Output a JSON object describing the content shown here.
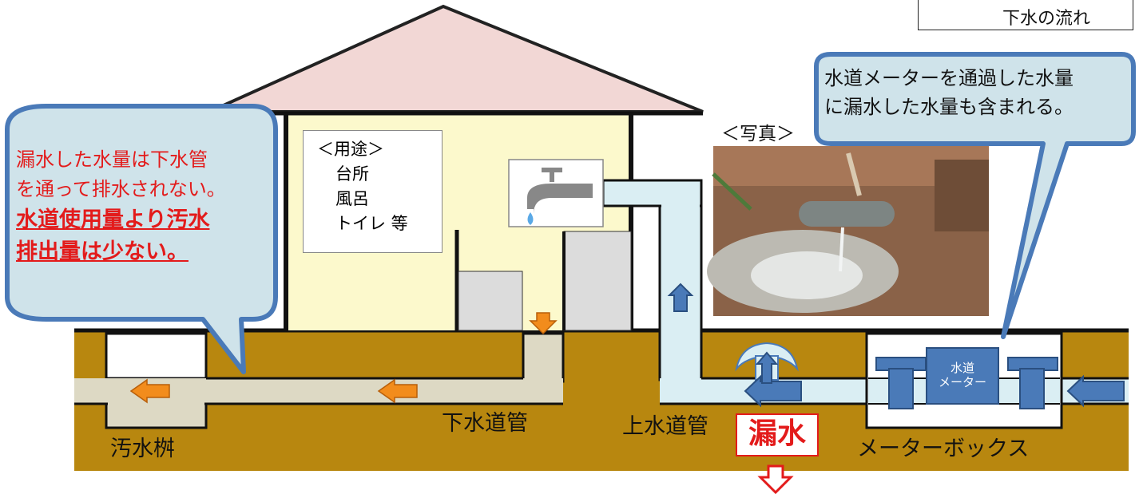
{
  "legend": {
    "label": "下水の流れ"
  },
  "usage_box": {
    "title": "＜用途＞",
    "items": [
      "台所",
      "風呂",
      "トイレ 等"
    ]
  },
  "callout_left": {
    "line1": "漏水した水量は下水管",
    "line2": "を通って排水されない。",
    "emph1": "水道使用量より汚水",
    "emph2": "排出量は少ない。"
  },
  "callout_right": {
    "line1": "水道メーターを通過した水量",
    "line2": "に漏水した水量も含まれる。"
  },
  "photo": {
    "caption": "＜写真＞"
  },
  "meter": {
    "line1": "水道",
    "line2": "メーター"
  },
  "labels": {
    "sewage_basin": "汚水桝",
    "sewer_pipe": "下水道管",
    "water_pipe": "上水道管",
    "leak": "漏水",
    "meter_box": "メーターボックス"
  },
  "colors": {
    "ground": "#b8870f",
    "water_pipe": "#daeef3",
    "sewer_pipe": "#ddd9c4",
    "house_wall": "#fcf9cc",
    "roof": "#f2d7d5",
    "bubble": "#cfe3ea",
    "bubble_border": "#4a7ab8",
    "sewage_arrow": "#f28c1c",
    "water_arrow": "#2e6db4",
    "leak_red": "#e31b1b"
  }
}
